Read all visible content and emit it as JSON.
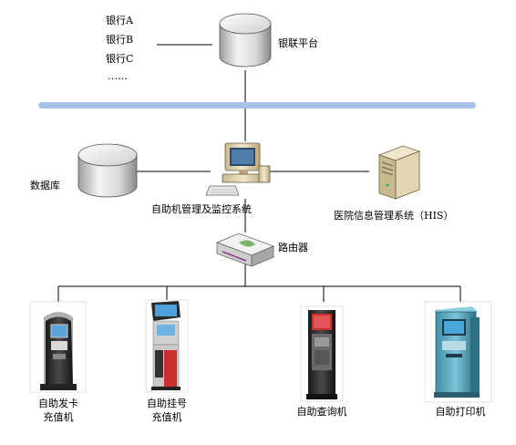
{
  "banks": [
    "银行A",
    "银行B",
    "银行C"
  ],
  "banks_more": "……",
  "unionpay": "银联平台",
  "database": "数据库",
  "management": "自助机管理及监控系统",
  "his": "医院信息管理系统（HIS）",
  "router": "路由器",
  "kiosks": [
    {
      "line1": "自助发卡",
      "line2": "充值机"
    },
    {
      "line1": "自助挂号",
      "line2": "充值机"
    },
    {
      "line1": "自助查询机",
      "line2": ""
    },
    {
      "line1": "自助打印机",
      "line2": ""
    }
  ],
  "colors": {
    "backbone": "#a9c3e6",
    "line": "#000000"
  }
}
